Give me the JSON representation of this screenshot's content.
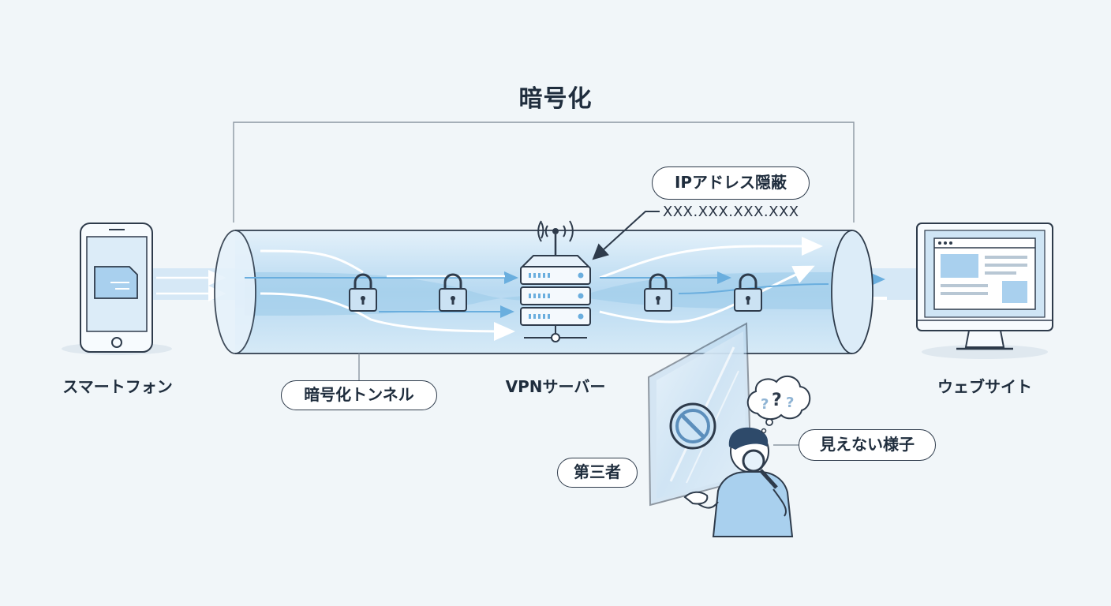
{
  "title": "暗号化",
  "labels": {
    "smartphone": "スマートフォン",
    "tunnel": "暗号化トンネル",
    "vpn_server": "VPNサーバー",
    "website": "ウェブサイト",
    "ip_hidden": "IPアドレス隠蔽",
    "ip_address": "XXX.XXX.XXX.XXX",
    "third_party": "第三者",
    "cannot_see": "見えない様子"
  },
  "colors": {
    "line": "#2e3b4b",
    "tunnel_fill": "#cfe5f5",
    "tunnel_core": "#9ccbea",
    "accent": "#6aaede",
    "background": "#f1f6f9"
  }
}
